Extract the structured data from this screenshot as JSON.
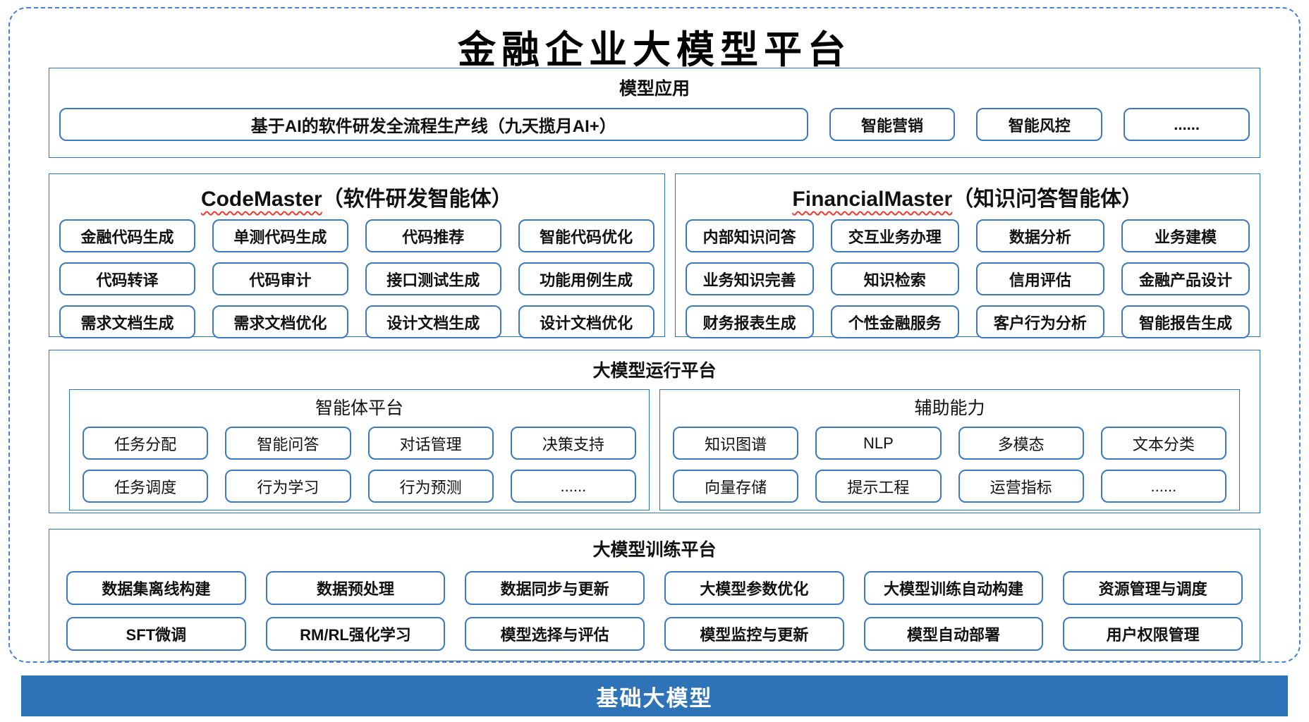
{
  "page_title": "金融企业大模型平台",
  "colors": {
    "section_border": "#2E75B6",
    "item_border": "#3B79C2",
    "outer_dashed_border": "#4A7FD4",
    "base_bar_background": "#2E73B8",
    "spellcheck_squiggle": "#ED3B2F",
    "text": "#111111"
  },
  "model_app": {
    "title": "模型应用",
    "main_item": "基于AI的软件研发全流程生产线（九天揽月AI+）",
    "items": [
      "智能营销",
      "智能风控",
      "......"
    ]
  },
  "code_master": {
    "title_en": "CodeMaster",
    "title_zh": "（软件研发智能体）",
    "items": [
      "金融代码生成",
      "单测代码生成",
      "代码推荐",
      "智能代码优化",
      "代码转译",
      "代码审计",
      "接口测试生成",
      "功能用例生成",
      "需求文档生成",
      "需求文档优化",
      "设计文档生成",
      "设计文档优化"
    ]
  },
  "financial_master": {
    "title_en": "FinancialMaster",
    "title_zh": "（知识问答智能体）",
    "items": [
      "内部知识问答",
      "交互业务办理",
      "数据分析",
      "业务建模",
      "业务知识完善",
      "知识检索",
      "信用评估",
      "金融产品设计",
      "财务报表生成",
      "个性金融服务",
      "客户行为分析",
      "智能报告生成"
    ]
  },
  "runtime_platform": {
    "title": "大模型运行平台",
    "agent_platform": {
      "title": "智能体平台",
      "items": [
        "任务分配",
        "智能问答",
        "对话管理",
        "决策支持",
        "任务调度",
        "行为学习",
        "行为预测",
        "......"
      ]
    },
    "aux_capabilities": {
      "title": "辅助能力",
      "items": [
        "知识图谱",
        "NLP",
        "多模态",
        "文本分类",
        "向量存储",
        "提示工程",
        "运营指标",
        "......"
      ]
    }
  },
  "training_platform": {
    "title": "大模型训练平台",
    "items": [
      "数据集离线构建",
      "数据预处理",
      "数据同步与更新",
      "大模型参数优化",
      "大模型训练自动构建",
      "资源管理与调度",
      "SFT微调",
      "RM/RL强化学习",
      "模型选择与评估",
      "模型监控与更新",
      "模型自动部署",
      "用户权限管理"
    ]
  },
  "base_model": {
    "title": "基础大模型"
  }
}
